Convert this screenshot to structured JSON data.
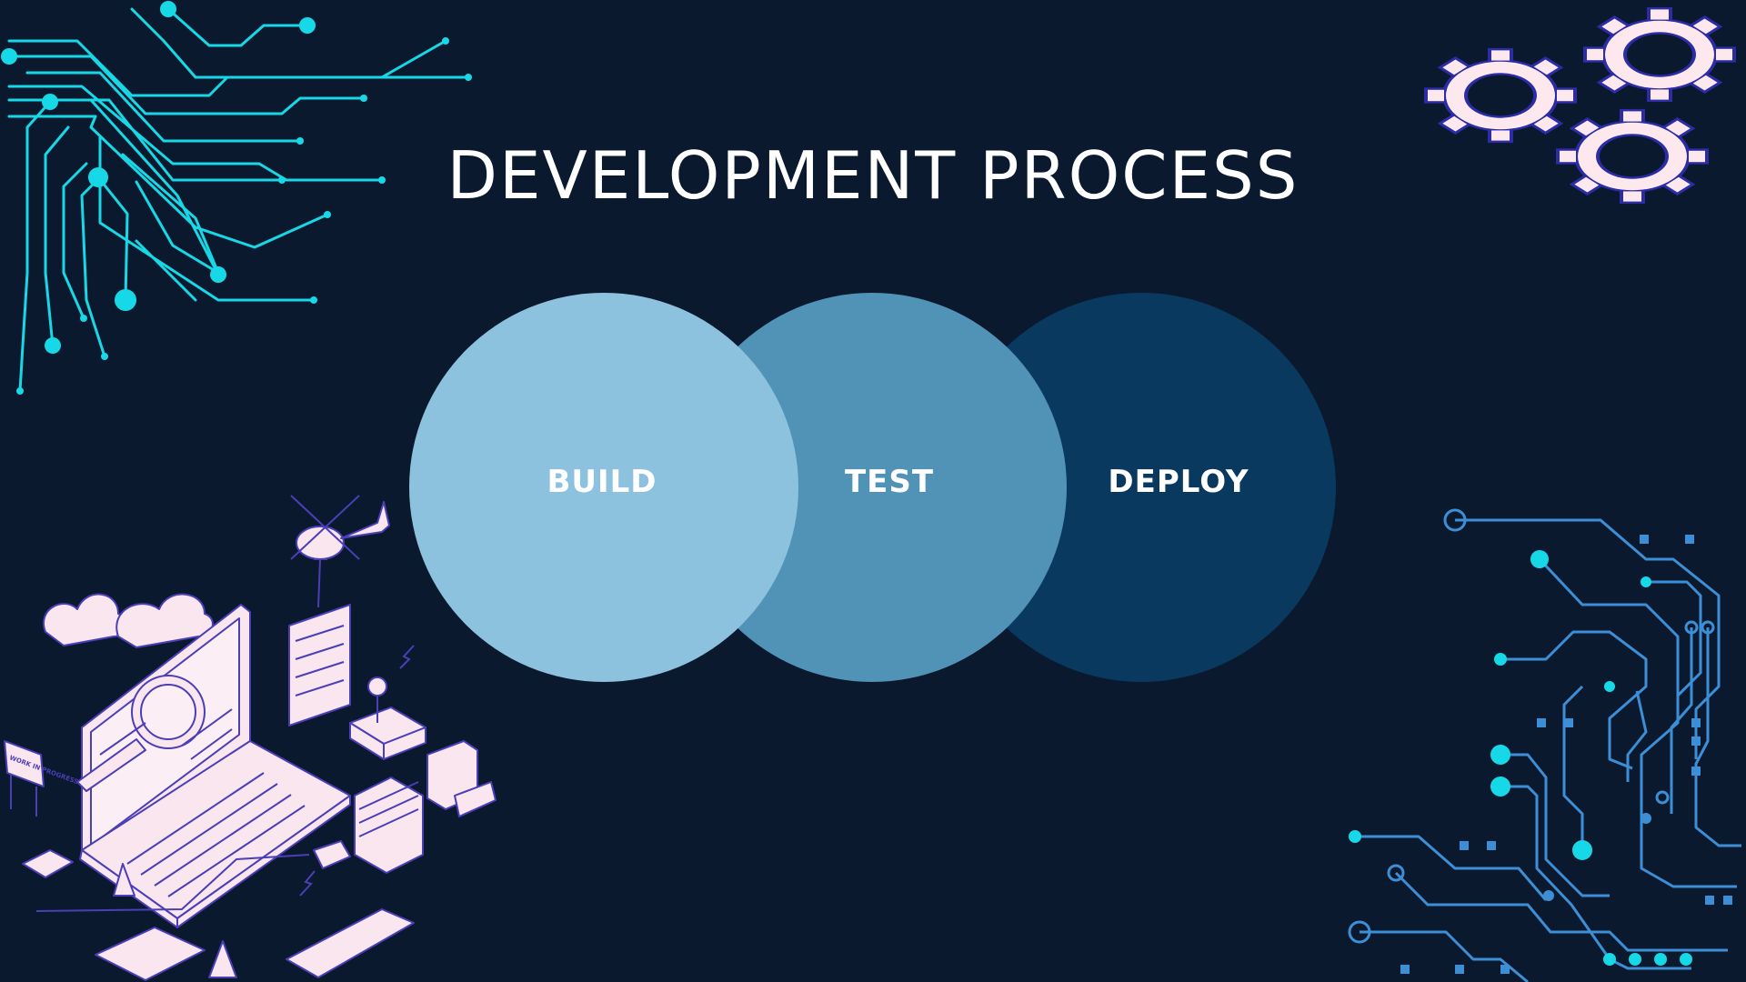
{
  "slide": {
    "title": "DEVELOPMENT PROCESS",
    "background": "#0a192e"
  },
  "stages": [
    {
      "label": "BUILD",
      "color": "#8cc2dd"
    },
    {
      "label": "TEST",
      "color": "#5193b7"
    },
    {
      "label": "DEPLOY",
      "color": "#0a3960"
    }
  ],
  "decorations": {
    "circuit_top_left": {
      "icon": "circuit-board-icon",
      "color": "#17d8e6"
    },
    "gears_top_right": {
      "icon": "gears-icon",
      "color": "#fde8ee"
    },
    "circuit_bottom_right": {
      "icon": "circuit-board-icon",
      "color": "#3c8fd6"
    },
    "illustration_bottom_left": {
      "icon": "laptop-development-illustration-icon",
      "color": "#f9e6ef"
    },
    "sign_text": "WORK IN PROGRESS"
  }
}
